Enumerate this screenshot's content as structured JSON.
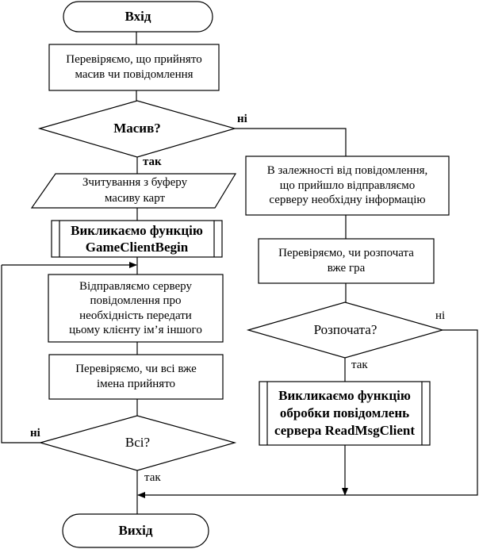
{
  "diagram": {
    "type": "flowchart",
    "nodes": {
      "start": {
        "shape": "terminator",
        "text": "Вхід"
      },
      "check_received": {
        "shape": "process",
        "text_lines": [
          "Перевіряємо, що  прийнято",
          "масив чи повідомлення"
        ]
      },
      "is_array": {
        "shape": "decision",
        "text": "Масив?"
      },
      "read_buffer": {
        "shape": "data",
        "text_lines": [
          "Зчитування з буферу",
          "масиву карт"
        ]
      },
      "call_game_client_begin": {
        "shape": "predefined-process",
        "text_lines": [
          "Викликаємо функцію",
          "GameClientBegin"
        ]
      },
      "send_name_request": {
        "shape": "process",
        "text_lines": [
          "Відправляємо серверу",
          "повідомлення про",
          "необхідність передати",
          "цьому клієнту ім’я іншого"
        ]
      },
      "check_names": {
        "shape": "process",
        "text_lines": [
          "Перевіряємо, чи всі вже",
          "імена прийнято"
        ]
      },
      "all_received": {
        "shape": "decision",
        "text": "Всі?"
      },
      "send_info": {
        "shape": "process",
        "text_lines": [
          "В залежності від  повідомлення,",
          "що прийшло відправляємо",
          "серверу необхідну інформацію"
        ]
      },
      "check_started": {
        "shape": "process",
        "text_lines": [
          "Перевіряємо, чи розпочата",
          "вже гра"
        ]
      },
      "is_started": {
        "shape": "decision",
        "text": "Розпочата?"
      },
      "call_read_msg_client": {
        "shape": "predefined-process",
        "text_lines": [
          "Викликаємо функцію",
          "обробки повідомлень",
          "сервера ReadMsgClient"
        ]
      },
      "end": {
        "shape": "terminator",
        "text": "Вихід"
      }
    },
    "labels": {
      "array_no": "ні",
      "array_yes": "так",
      "started_no": "ні",
      "started_yes": "так",
      "all_no": "ні",
      "all_yes": "так"
    },
    "edges": [
      {
        "from": "start",
        "to": "check_received"
      },
      {
        "from": "check_received",
        "to": "is_array"
      },
      {
        "from": "is_array",
        "to": "read_buffer",
        "label": "так"
      },
      {
        "from": "is_array",
        "to": "send_info",
        "label": "ні"
      },
      {
        "from": "read_buffer",
        "to": "call_game_client_begin"
      },
      {
        "from": "call_game_client_begin",
        "to": "send_name_request"
      },
      {
        "from": "send_name_request",
        "to": "check_names"
      },
      {
        "from": "check_names",
        "to": "all_received"
      },
      {
        "from": "all_received",
        "to": "send_name_request",
        "label": "ні"
      },
      {
        "from": "all_received",
        "to": "end",
        "label": "так"
      },
      {
        "from": "send_info",
        "to": "check_started"
      },
      {
        "from": "check_started",
        "to": "is_started"
      },
      {
        "from": "is_started",
        "to": "call_read_msg_client",
        "label": "так"
      },
      {
        "from": "is_started",
        "to": "end",
        "label": "ні"
      },
      {
        "from": "call_read_msg_client",
        "to": "end"
      }
    ]
  }
}
